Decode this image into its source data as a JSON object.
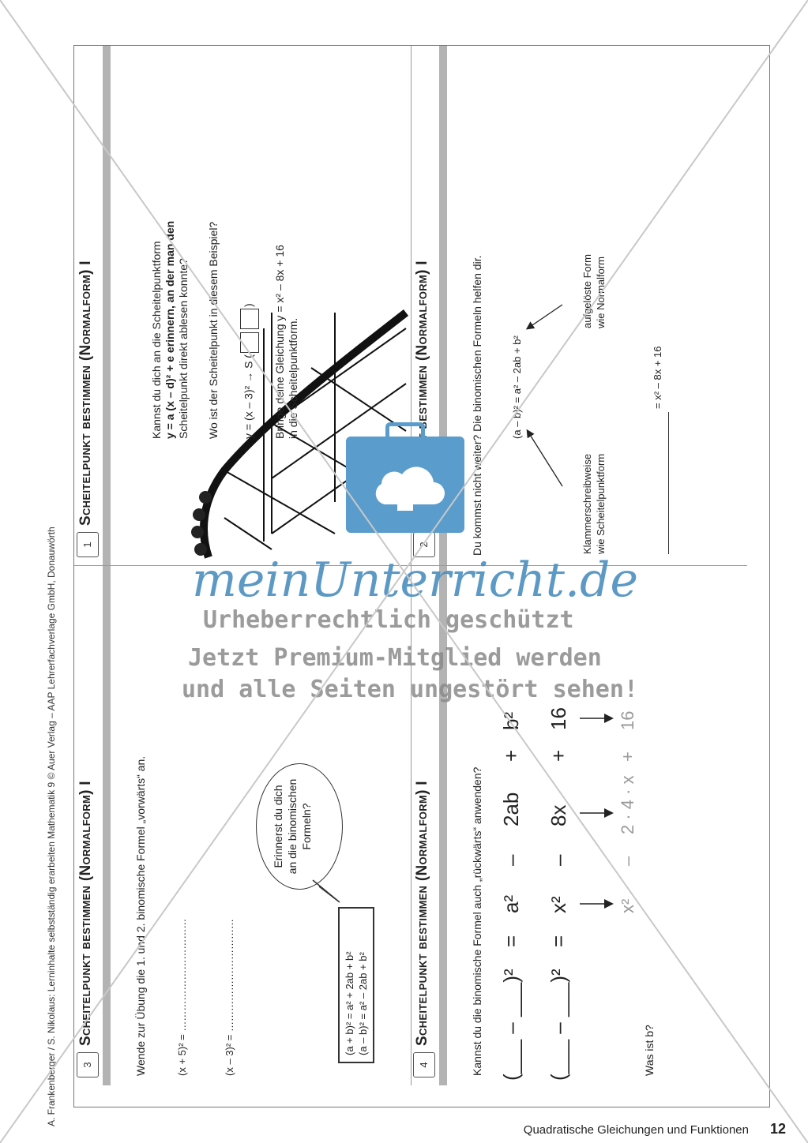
{
  "side_credit": "A. Frankenberger / S. Nikolaus: Lerninhalte selbstständig erarbeiten Mathematik 9 © Auer Verlag – AAP Lehrerfachverlage GmbH, Donauwörth",
  "footer": {
    "title": "Quadratische Gleichungen und Funktionen",
    "page": "12"
  },
  "card1": {
    "num": "1",
    "title": "Scheitelpunkt bestimmen (Normalform) I",
    "q1": "Kannst du dich an die Scheitelpunktform",
    "q2": "y = a (x – d)² + e erinnern, an der man den",
    "q3": "Scheitelpunkt direkt ablesen konnte?",
    "q4": "Wo ist der Scheitelpunkt in diesem Beispiel?",
    "eq": "y = (x – 3)²  →  S (",
    "eq_close": ")",
    "b1": "Bringe deine Gleichung y = x² – 8x + 16",
    "b2": "in die Scheitelpunktform."
  },
  "card2": {
    "num": "2",
    "title": "Scheitelpunkt bestimmen (Normalform) I",
    "intro": "Du kommst nicht weiter? Die binomischen Formeln helfen dir.",
    "formula": "(a – b)²  =  a² – 2ab + b²",
    "label_left_1": "Klammerschreibweise",
    "label_left_2": "wie Scheitelpunktform",
    "label_right_1": "aufgelöste Form",
    "label_right_2": "wie Normalform",
    "blank_eq": "= x² – 8x + 16"
  },
  "card3": {
    "num": "3",
    "title": "Scheitelpunkt bestimmen (Normalform) I",
    "intro": "Wende zur Übung die 1. und 2. binomische Formel „vorwärts“ an.",
    "ex1": "(x + 5)² = ……………………………",
    "ex2": "(x – 3)² = ……………………………",
    "bubble1": "Erinnerst du dich",
    "bubble2": "an die binomischen",
    "bubble3": "Formeln?",
    "f1": "(a + b)² = a² + 2ab + b²",
    "f2": "(a – b)² = a² – 2ab + b²"
  },
  "card4": {
    "num": "4",
    "title": "Scheitelpunkt bestimmen (Normalform) I",
    "intro": "Kannst du die binomische Formel auch „rückwärts“ anwenden?",
    "row1": [
      "(___ – ___)²",
      "=",
      "a²",
      "–",
      "2ab",
      "+",
      "b²"
    ],
    "row2": [
      "(___ – ___)²",
      "=",
      "x²",
      "–",
      "8x",
      "+",
      "16"
    ],
    "row3": [
      "x²",
      "–",
      "2 · 4 · x",
      "+",
      "16"
    ],
    "question": "Was ist b?"
  },
  "watermark": {
    "brand": "meinUnterricht.de",
    "line1": "Urheberrechtlich geschützt",
    "line2": "Jetzt Premium-Mitglied werden",
    "line3": "und alle Seiten ungestört sehen!"
  }
}
